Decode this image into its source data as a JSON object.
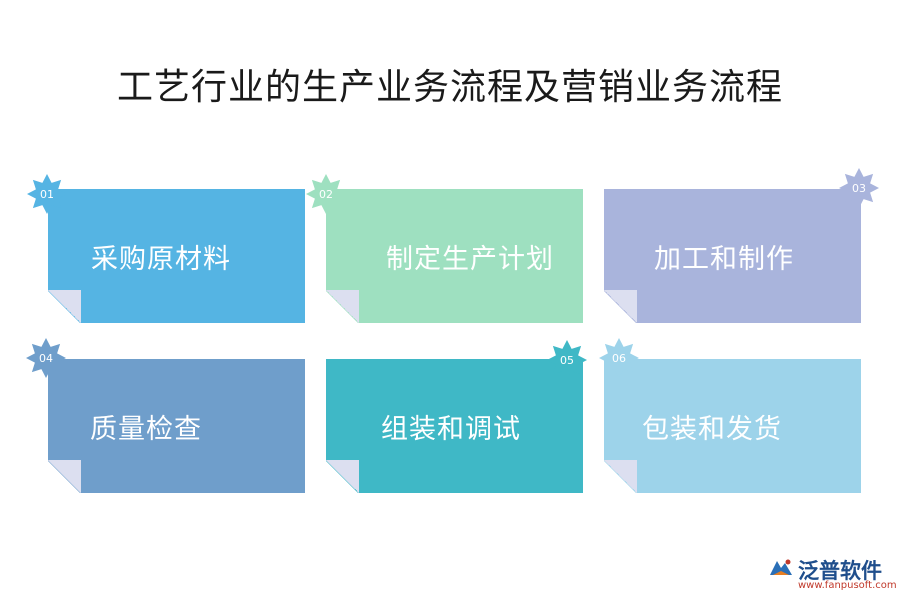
{
  "title": "工艺行业的生产业务流程及营销业务流程",
  "steps": [
    {
      "num": "01",
      "label": "采购原材料",
      "color": "#55b4e3",
      "badge_color": "#55b4e3"
    },
    {
      "num": "02",
      "label": "制定生产计划",
      "color": "#9ee0c0",
      "badge_color": "#9ee0c0"
    },
    {
      "num": "03",
      "label": "加工和制作",
      "color": "#a9b4dc",
      "badge_color": "#a9b4dc"
    },
    {
      "num": "04",
      "label": "质量检查",
      "color": "#6f9ecb",
      "badge_color": "#6f9ecb"
    },
    {
      "num": "05",
      "label": "组装和调试",
      "color": "#3fb8c6",
      "badge_color": "#3fb8c6"
    },
    {
      "num": "06",
      "label": "包装和发货",
      "color": "#9dd3ea",
      "badge_color": "#9dd3ea"
    }
  ],
  "logo": {
    "name": "泛普软件",
    "url": "www.fanpusoft.com",
    "icon": "fanpu-logo-icon"
  }
}
